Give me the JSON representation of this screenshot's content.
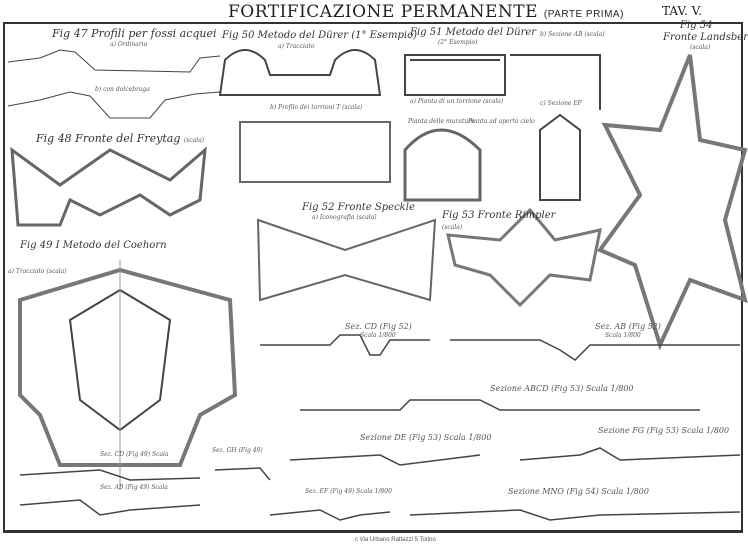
{
  "header": {
    "title": "FORTIFICAZIONE PERMANENTE",
    "subtitle": "(PARTE PRIMA)",
    "plate": "TAV. V."
  },
  "figures": {
    "fig47": {
      "title": "Fig 47 Profili per fossi acquei",
      "a": "a) Ordinario",
      "b": "b) con dolcebraga"
    },
    "fig48": {
      "title": "Fig 48 Fronte del Freytag",
      "scale": "(scala)"
    },
    "fig49": {
      "title": "Fig 49 I Metodo del Coehorn",
      "a": "a) Tracciato (scala)"
    },
    "fig50": {
      "title": "Fig 50 Metodo del Dürer (1° Esempio)",
      "a": "a) Tracciato",
      "b": "b) Profilo dei torrioni T (scala)"
    },
    "fig51": {
      "title": "Fig 51 Metodo del Dürer",
      "example": "(2° Esempio)",
      "a": "a) Pianta di un torrione (scala)",
      "b": "b) Sezione AB (scala)",
      "c": "c) Sezione EF",
      "p1": "Pianta delle murature",
      "p2": "Pianta ad aperto cielo"
    },
    "fig52": {
      "title": "Fig 52 Fronte Speckle",
      "a": "a) Iconografia (scala)"
    },
    "fig53": {
      "title": "Fig 53 Fronte Rimpler",
      "scale": "(scala)"
    },
    "fig54": {
      "title": "Fig 54",
      "name": "Fronte Landsberg",
      "scale": "(scala)"
    }
  },
  "sections": {
    "cd52": "Sez. CD (Fig 52)",
    "cd52s": "Scala 1/800",
    "ab52": "Sez. AB (Fig 52)",
    "ab52s": "Scala 1/800",
    "abcd53": "Sezione ABCD (Fig 53) Scala 1/800",
    "de53": "Sezione DE (Fig 53) Scala 1/800",
    "fg53": "Sezione FG (Fig 53) Scala 1/800",
    "cd49": "Sez. CD (Fig 49) Scala",
    "gh49": "Sez. GH (Fig 49)",
    "ab49": "Sez. AB (Fig 49) Scala",
    "ef49": "Sez. EF (Fig 49) Scala 1/800",
    "mno54": "Sezione MNO (Fig 54) Scala 1/800"
  },
  "footer": "c Via Urbano Rattazzi 5 Torino"
}
